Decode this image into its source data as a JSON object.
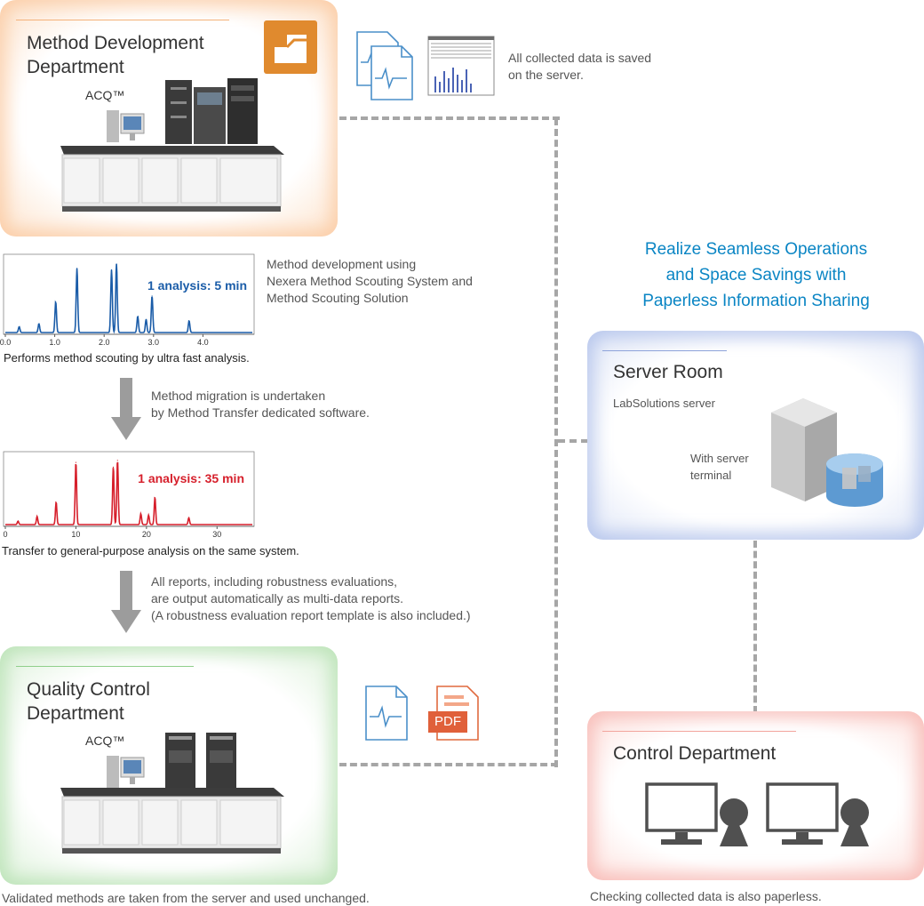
{
  "headline": {
    "line1": "Realize Seamless Operations",
    "line2": "and Space Savings with",
    "line3": "Paperless Information Sharing"
  },
  "method_dev": {
    "title1": "Method Development",
    "title2": "Department",
    "acq": "ACQ™",
    "accent": "#f49a3b"
  },
  "saved_note": {
    "line1": "All collected data is saved",
    "line2": "on the server."
  },
  "scouting_note": {
    "line1": "Method development using",
    "line2": "Nexera Method Scouting System and",
    "line3": "Method Scouting Solution"
  },
  "migration_note": {
    "line1": "Method migration is undertaken",
    "line2": "by Method Transfer dedicated software."
  },
  "reports_note": {
    "line1": "All reports, including robustness evaluations,",
    "line2": "are output automatically as multi-data reports.",
    "line3": "(A robustness evaluation report template is also included.)"
  },
  "qc": {
    "title1": "Quality Control",
    "title2": "Department",
    "acq": "ACQ™",
    "caption": "Validated methods are taken from the server and used unchanged."
  },
  "server_room": {
    "title": "Server Room",
    "server_label": "LabSolutions server",
    "terminal1": "With server",
    "terminal2": "terminal"
  },
  "control": {
    "title": "Control Department",
    "caption": "Checking collected data is also paperless."
  },
  "icons": {
    "pdf_label": "PDF",
    "mdd_icon": "document-stack-icon",
    "report_icon": "report-sheet-icon",
    "server_icon": "server-database-icon",
    "terminal_icon": "computer-user-icon"
  },
  "chart_data": [
    {
      "type": "line",
      "title": "",
      "annotation": "1 analysis: 5 min",
      "caption": "Performs method scouting by ultra fast analysis.",
      "color": "#1a5ca8",
      "xlim": [
        0,
        5.0
      ],
      "xticks": [
        "0.0",
        "1.0",
        "2.0",
        "3.0",
        "4.0"
      ],
      "peaks": [
        {
          "x": 0.28,
          "h": 0.08
        },
        {
          "x": 0.68,
          "h": 0.12
        },
        {
          "x": 1.02,
          "h": 0.42
        },
        {
          "x": 1.45,
          "h": 0.88
        },
        {
          "x": 2.15,
          "h": 0.86
        },
        {
          "x": 2.25,
          "h": 0.94
        },
        {
          "x": 2.68,
          "h": 0.22
        },
        {
          "x": 2.85,
          "h": 0.18
        },
        {
          "x": 2.97,
          "h": 0.5
        },
        {
          "x": 3.72,
          "h": 0.16
        }
      ]
    },
    {
      "type": "line",
      "title": "",
      "annotation": "1 analysis: 35 min",
      "caption": "Transfer to general-purpose analysis on the same system.",
      "color": "#d61f2b",
      "xlim": [
        0,
        35
      ],
      "xticks": [
        "0",
        "10",
        "20",
        "30"
      ],
      "peaks": [
        {
          "x": 1.8,
          "h": 0.05
        },
        {
          "x": 4.5,
          "h": 0.12
        },
        {
          "x": 7.2,
          "h": 0.33
        },
        {
          "x": 10.0,
          "h": 0.92
        },
        {
          "x": 15.3,
          "h": 0.85
        },
        {
          "x": 15.9,
          "h": 0.95
        },
        {
          "x": 19.2,
          "h": 0.16
        },
        {
          "x": 20.3,
          "h": 0.14
        },
        {
          "x": 21.2,
          "h": 0.4
        },
        {
          "x": 26.0,
          "h": 0.1
        }
      ]
    }
  ]
}
